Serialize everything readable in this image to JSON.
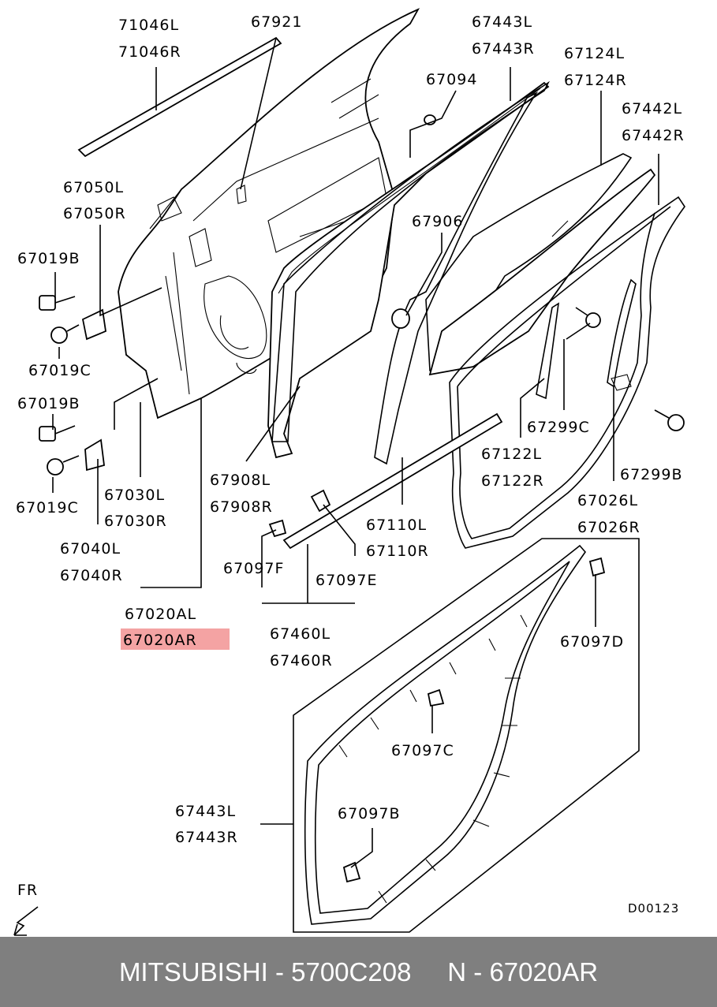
{
  "labels": {
    "p71046L": "71046L",
    "p71046R": "71046R",
    "p67921": "67921",
    "p67443L_top": "67443L",
    "p67443R_top": "67443R",
    "p67094": "67094",
    "p67124L": "67124L",
    "p67124R": "67124R",
    "p67442L": "67442L",
    "p67442R": "67442R",
    "p67050L": "67050L",
    "p67050R": "67050R",
    "p67019B_1": "67019B",
    "p67019C_1": "67019C",
    "p67019B_2": "67019B",
    "p67019C_2": "67019C",
    "p67906": "67906",
    "p67299C": "67299C",
    "p67299B": "67299B",
    "p67122L": "67122L",
    "p67122R": "67122R",
    "p67030L": "67030L",
    "p67030R": "67030R",
    "p67040L": "67040L",
    "p67040R": "67040R",
    "p67908L": "67908L",
    "p67908R": "67908R",
    "p67026L": "67026L",
    "p67026R": "67026R",
    "p67110L": "67110L",
    "p67110R": "67110R",
    "p67097F": "67097F",
    "p67097E": "67097E",
    "p67020AL": "67020AL",
    "p67020AR": "67020AR",
    "p67460L": "67460L",
    "p67460R": "67460R",
    "p67097D": "67097D",
    "p67097C": "67097C",
    "p67443L_bot": "67443L",
    "p67443R_bot": "67443R",
    "p67097B": "67097B",
    "fr": "FR",
    "diagram_code": "D00123"
  },
  "highlight_color": "#f4a3a3",
  "footer": {
    "brand": "MITSUBISHI",
    "sep1": " - ",
    "part_number": "5700C208",
    "gap": "     ",
    "n_prefix": "N - ",
    "n_number": "67020AR"
  },
  "footer_bg": "#7f7f7f"
}
